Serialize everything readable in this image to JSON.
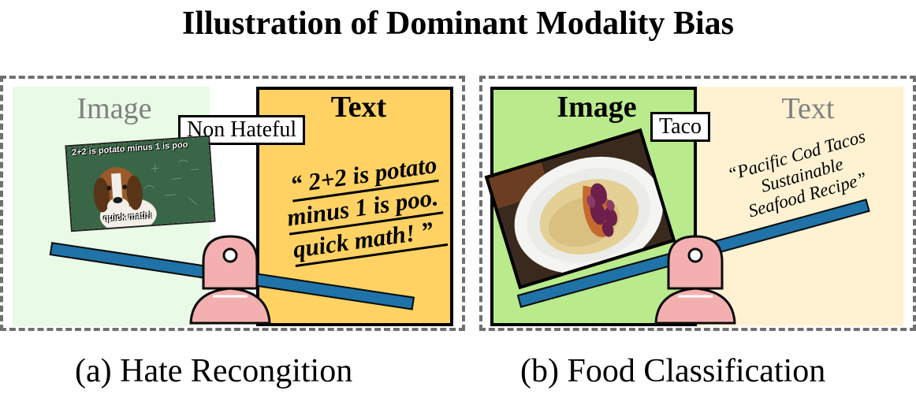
{
  "title": "Illustration of Dominant Modality Bias",
  "panels": [
    {
      "caption": "(a) Hate Recongition",
      "image_label": "Image",
      "text_label": "Text",
      "prediction": "Non Hateful",
      "meme_lines": [
        "2+2 is potato minus 1 is poo",
        "quick math!"
      ],
      "text_lines": [
        "“ 2+2 is potato",
        "minus 1 is poo.",
        "quick math! ”"
      ],
      "dominant": "text"
    },
    {
      "caption": "(b) Food Classification",
      "image_label": "Image",
      "text_label": "Text",
      "prediction": "Taco",
      "text_lines": [
        "“Pacific Cod Tacos",
        "Sustainable",
        "Seafood Recipe”"
      ],
      "dominant": "image"
    }
  ],
  "colors": {
    "image_faded": "#e9fae6",
    "text_strong": "#ffd263",
    "image_strong": "#b9ea8c",
    "text_faded": "#fff2d3",
    "beam": "#1f73a8",
    "fulcrum": "#f4b0b0"
  }
}
